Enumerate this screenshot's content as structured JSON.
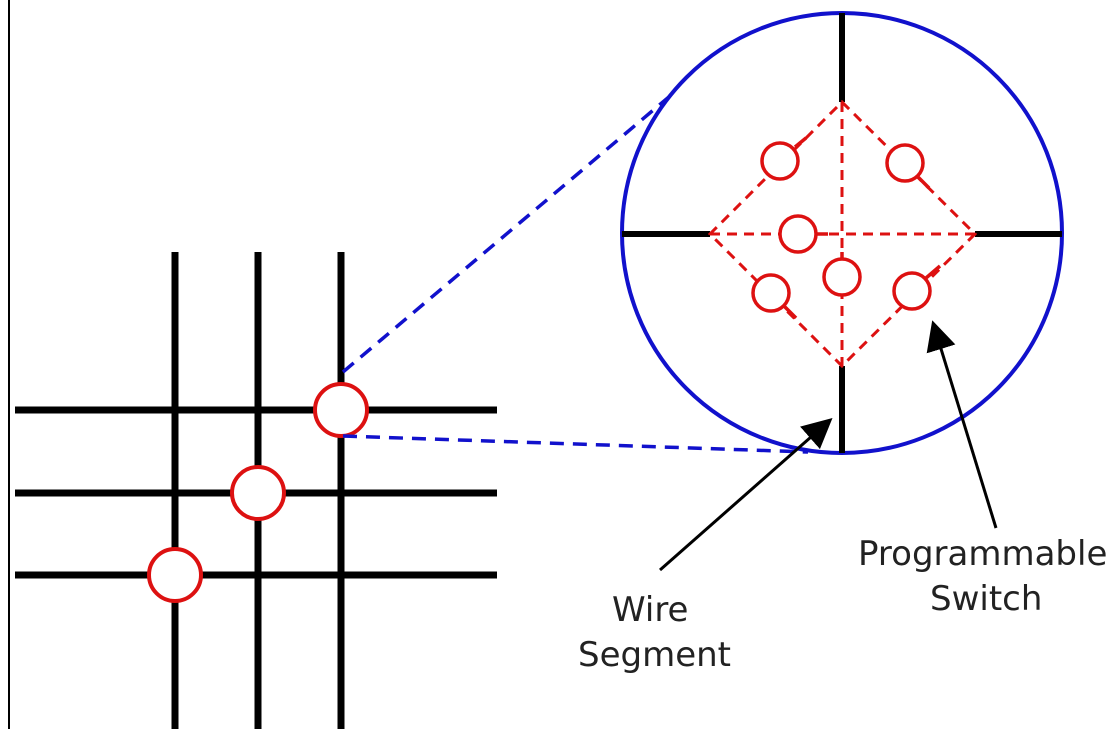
{
  "labels": {
    "wire_segment_line1": "Wire",
    "wire_segment_line2": "Segment",
    "programmable_switch_line1": "Programmable",
    "programmable_switch_line2": "Switch"
  },
  "colors": {
    "wire": "#000000",
    "switch": "#dd1111",
    "zoom": "#1111cc",
    "background": "#ffffff"
  }
}
